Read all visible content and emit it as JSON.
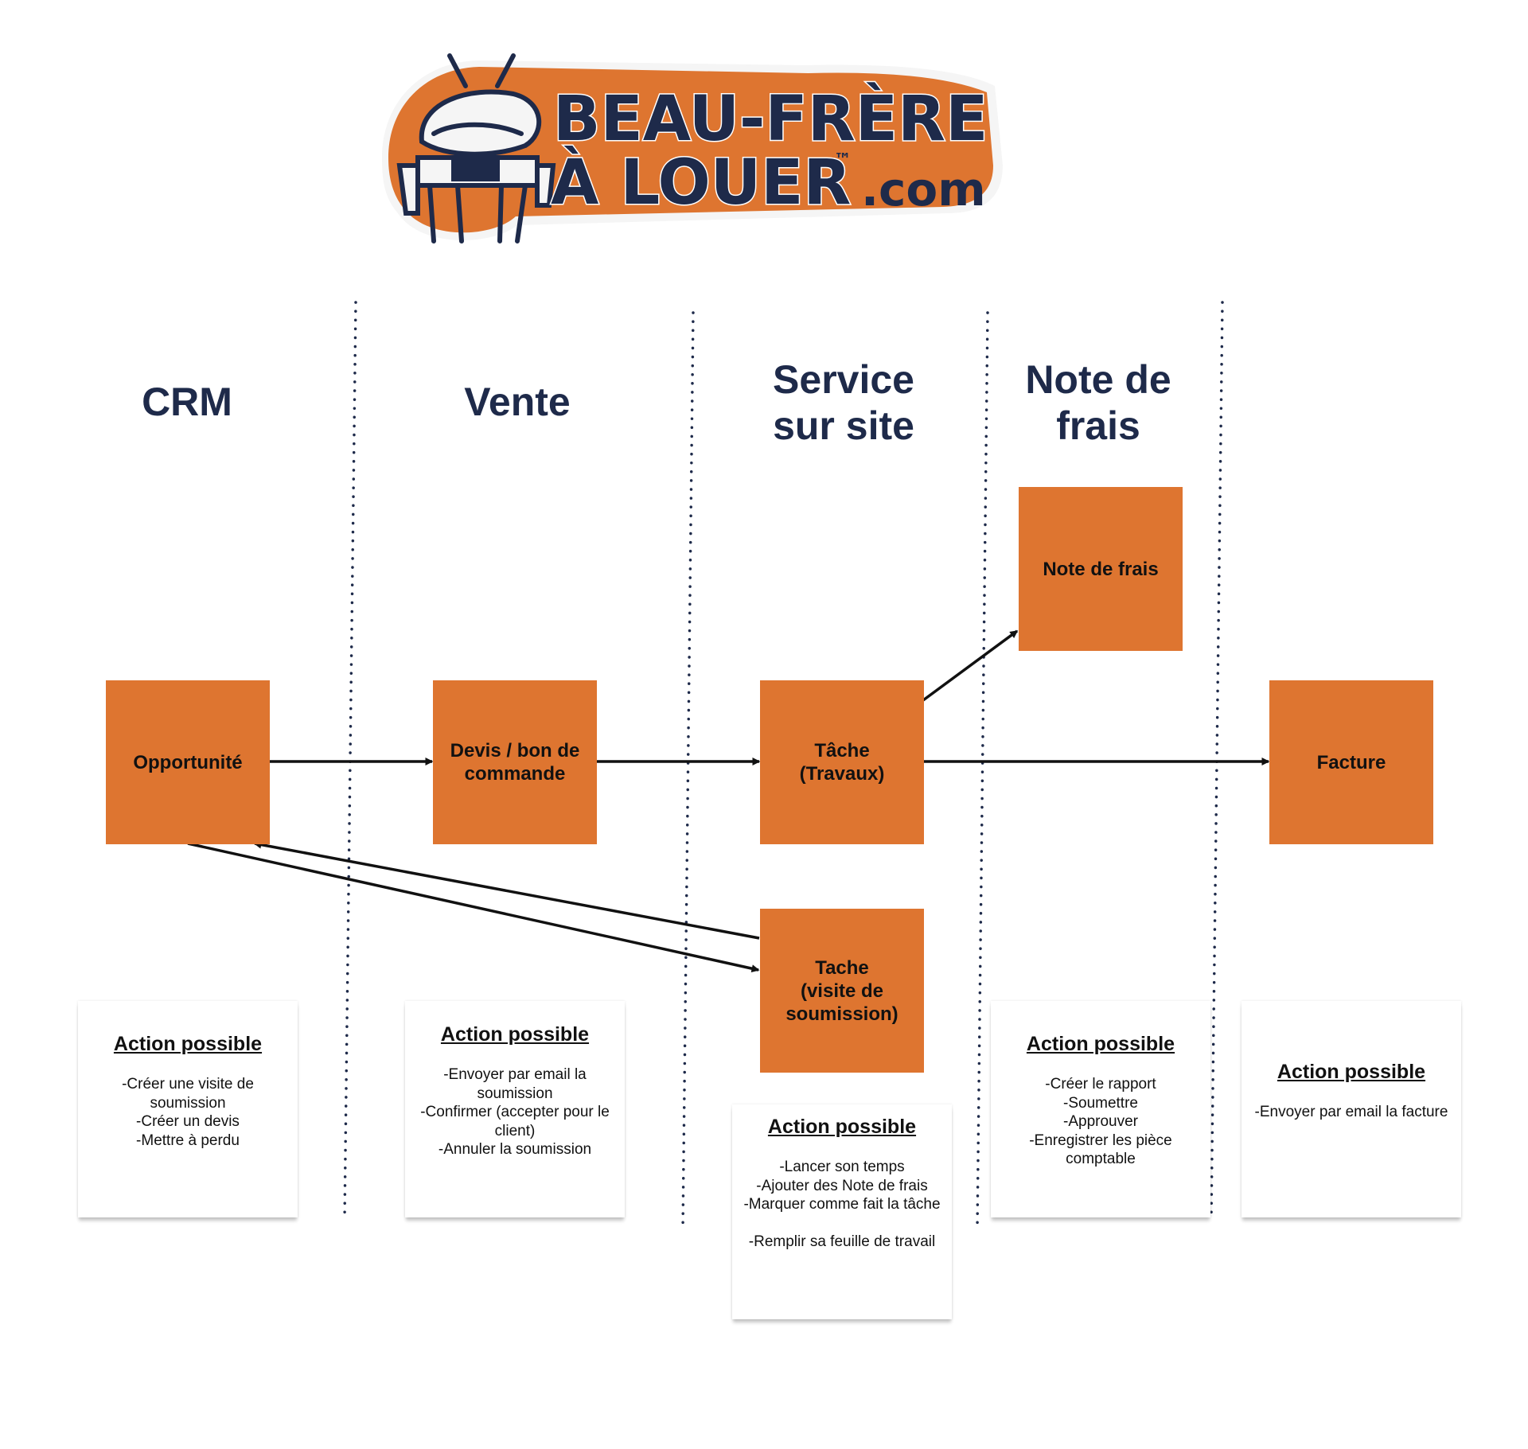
{
  "logo": {
    "line1": "BEAU-FRÈRE",
    "line2": "À LOUER",
    "tm": "™",
    "suffix": ".com",
    "colors": {
      "orange": "#de7530",
      "navy": "#1e2a4a",
      "white": "#ffffff"
    },
    "icon": "handyman-mascot-icon"
  },
  "lanes": [
    {
      "id": "crm",
      "title": "CRM"
    },
    {
      "id": "vente",
      "title": "Vente"
    },
    {
      "id": "service",
      "title": "Service\nsur site"
    },
    {
      "id": "note-frais",
      "title": "Note de\nfrais"
    }
  ],
  "nodes": {
    "opportunite": "Opportunité",
    "devis": "Devis / bon de commande",
    "tache_travaux": "Tâche\n(Travaux)",
    "note_de_frais": "Note de frais",
    "facture": "Facture",
    "tache_soumission": "Tache\n(visite de\nsoumission)"
  },
  "notes": {
    "crm": {
      "title": "Action possible",
      "body": "-Créer une visite de soumission\n-Créer un devis\n-Mettre à perdu"
    },
    "vente": {
      "title": "Action possible",
      "body": "-Envoyer par email la soumission\n-Confirmer (accepter pour le client)\n-Annuler la soumission"
    },
    "service": {
      "title": "Action possible",
      "body": "-Lancer son temps\n-Ajouter des Note de frais\n-Marquer comme fait la tâche\n\n-Remplir sa feuille de travail"
    },
    "note_frais": {
      "title": "Action possible",
      "body": "-Créer le rapport\n-Soumettre\n-Approuver\n-Enregistrer les pièce comptable"
    },
    "facture": {
      "title": "Action possible",
      "body": "-Envoyer par email la facture"
    }
  },
  "colors": {
    "box": "#de7530",
    "title": "#1e2a4a",
    "divider": "#1e2a4a",
    "arrow": "#111111"
  }
}
